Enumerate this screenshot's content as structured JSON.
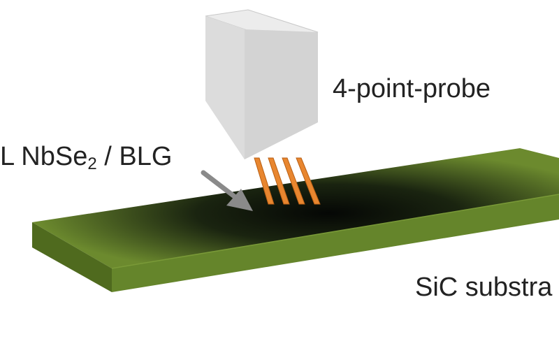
{
  "labels": {
    "probe": "4-point-probe",
    "layer_prefix": "L NbSe",
    "layer_subscript": "2",
    "layer_suffix": " / BLG",
    "substrate": "SiC substra"
  },
  "colors": {
    "background": "#ffffff",
    "text": "#222222",
    "substrate_top_edge": "#6c8a2e",
    "substrate_top_center": "#050705",
    "substrate_front": "#65852b",
    "substrate_side": "#4f6a1e",
    "probe_front": "#d5d5d5",
    "probe_side": "#e2e2e2",
    "probe_top": "#ececec",
    "pins": "#e8862f",
    "arrow": "#8a8a8a"
  }
}
